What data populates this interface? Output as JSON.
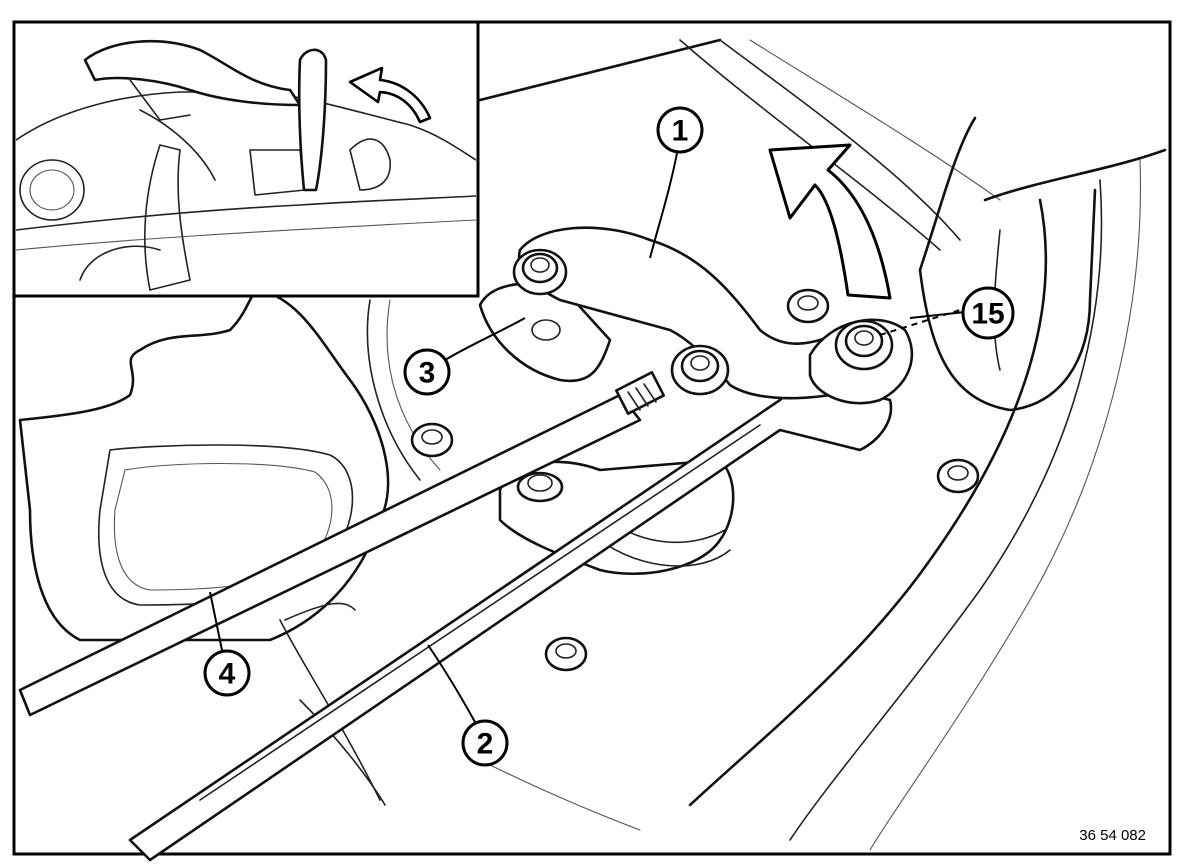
{
  "figure_number": "36 54 082",
  "callouts": {
    "part_1": "1",
    "part_2": "2",
    "part_3": "3",
    "part_4": "4",
    "part_15": "15"
  },
  "inset": {
    "subject": "convertible-top-raising-overview"
  },
  "icons": [
    "rotation-arrow-icon",
    "rotation-arrow-icon"
  ]
}
